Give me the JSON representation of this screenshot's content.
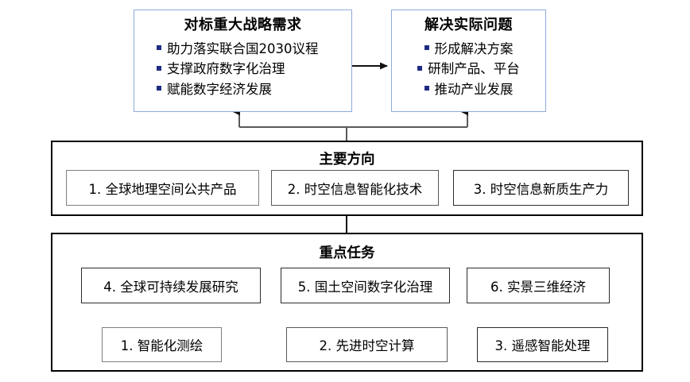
{
  "diagram": {
    "top_panels": [
      {
        "title": "对标重大战略需求",
        "align": "left",
        "items": [
          "助力落实联合国2030议程",
          "支撑政府数字化治理",
          "赋能数字经济发展"
        ]
      },
      {
        "title": "解决实际问题",
        "align": "center",
        "items": [
          "形成解决方案",
          "研制产品、平台",
          "推动产业发展"
        ]
      }
    ],
    "groups": [
      {
        "title": "主要方向",
        "items": [
          "1. 全球地理空间公共产品",
          "2. 时空信息智能化技术",
          "3. 时空信息新质生产力"
        ]
      },
      {
        "title": "重点任务",
        "items_upper": [
          "4. 全球可持续发展研究",
          "5. 国土空间数字化治理",
          "6. 实景三维经济"
        ],
        "items_lower": [
          "1. 智能化测绘",
          "2. 先进时空计算",
          "3. 遥感智能处理"
        ]
      }
    ],
    "colors": {
      "panel_border": "#8FAADC",
      "bullet": "#1F2C82",
      "group_border": "#000000",
      "item_border": "#7F7F7F",
      "connector": "#595959",
      "connector_dark": "#1a1a1a"
    }
  }
}
